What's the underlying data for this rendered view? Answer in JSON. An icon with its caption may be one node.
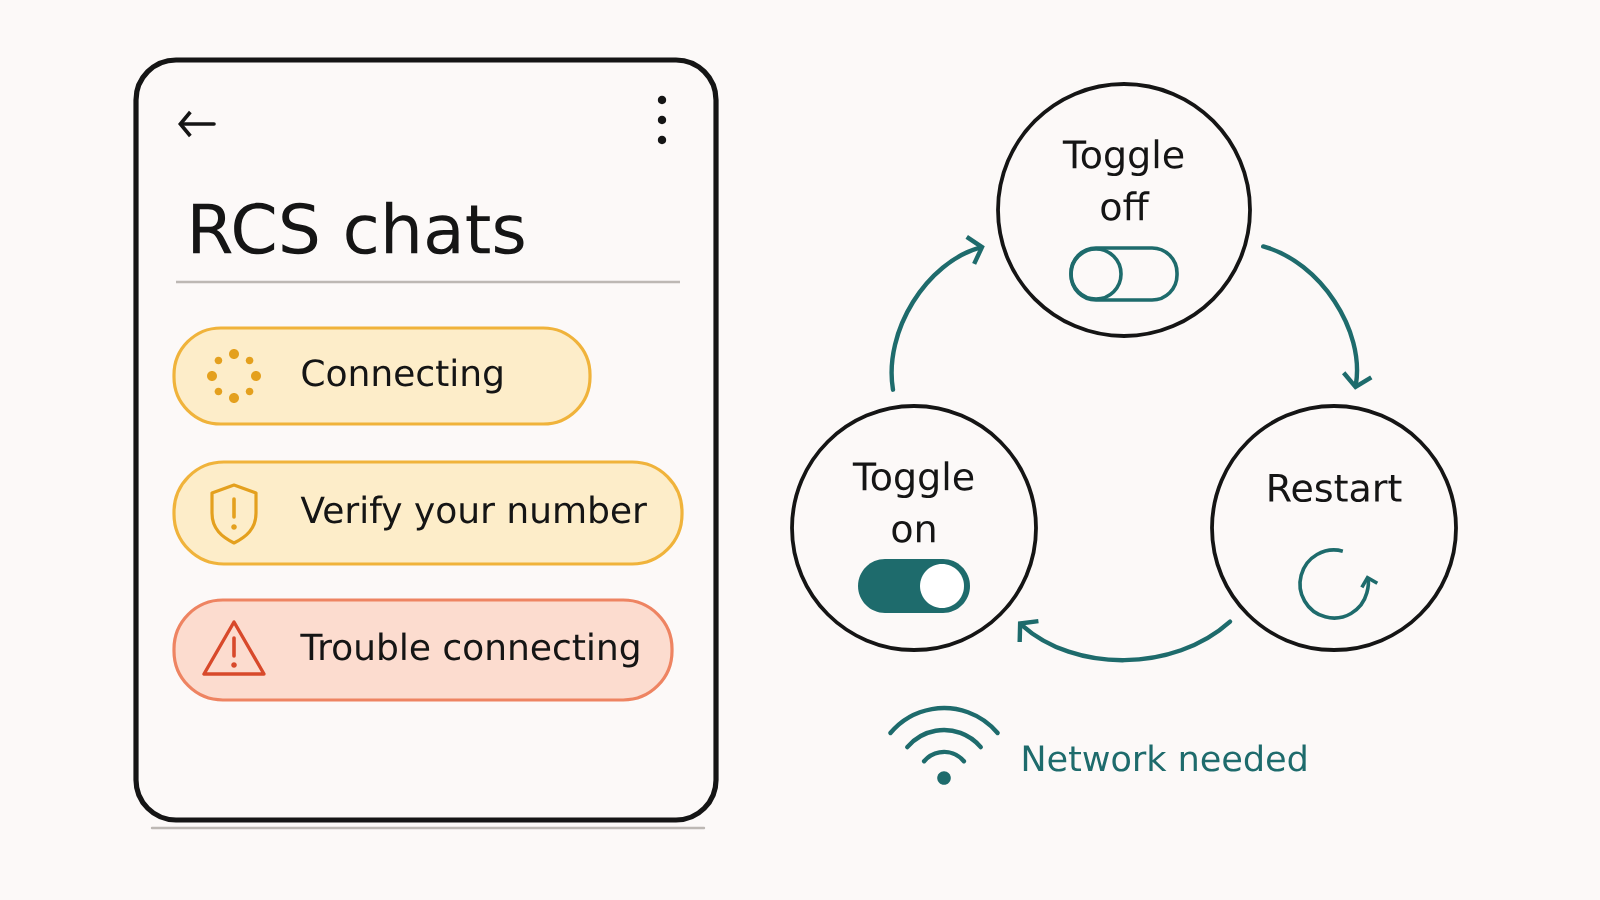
{
  "diagram": {
    "nodes": [
      {
        "text": [
          "RCS chats"
        ]
      },
      {
        "text": [
          "Connecting"
        ],
        "in": 0
      },
      {
        "text": [
          "Verify your number"
        ],
        "in": 0
      },
      {
        "text": [
          "Trouble connecting"
        ],
        "in": 0
      },
      {
        "text": [
          "Toggle off"
        ]
      },
      {
        "text": [
          "Restart"
        ]
      },
      {
        "text": [
          "Toggle on"
        ]
      }
    ],
    "edges": [
      {
        "from": 4,
        "to": 5,
        "arrow": "to"
      },
      {
        "from": 5,
        "to": 6,
        "arrow": "to"
      },
      {
        "from": 6,
        "to": 4,
        "arrow": "to"
      }
    ],
    "labels": [
      "Network needed"
    ]
  }
}
